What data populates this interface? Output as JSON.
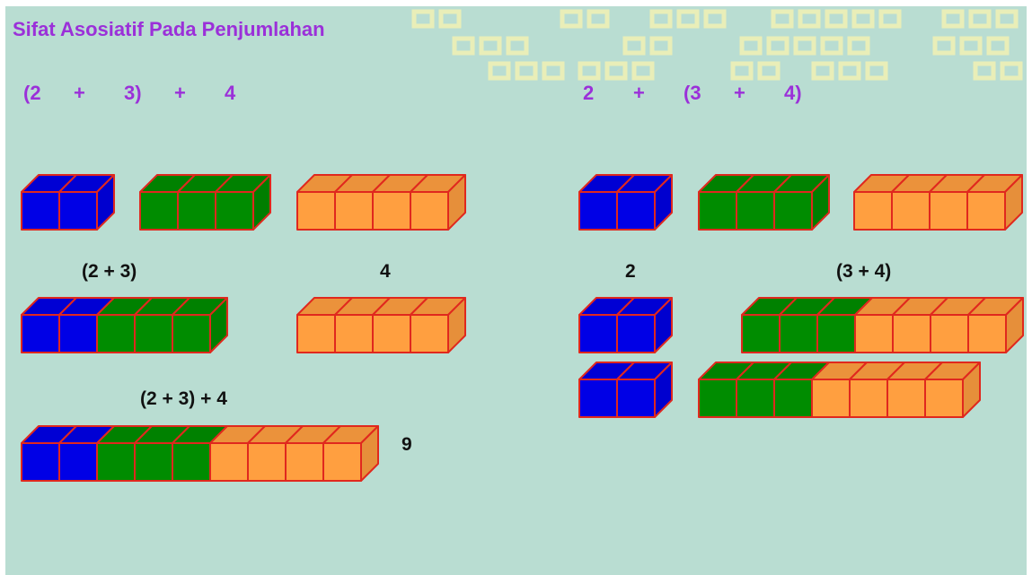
{
  "title": "Sifat Asosiatif Pada Penjumlahan",
  "left_expression": [
    "(2",
    "+",
    "3)",
    "+",
    "4"
  ],
  "right_expression": [
    "2",
    "+",
    "(3",
    "+",
    "4)"
  ],
  "labels": {
    "left_group": "(2 + 3)",
    "left_four": "4",
    "left_combined": "(2 + 3) + 4",
    "left_total": "9",
    "right_two": "2",
    "right_group": "(3 + 4)"
  },
  "colors": {
    "blue": "#0000e6",
    "green": "#008c00",
    "orange": "#ff9f40",
    "edge": "#e0281e",
    "accent": "#9b30d9",
    "background": "#b9ddd2"
  },
  "cube_bars": [
    {
      "name": "left-bar-two",
      "cubes": [
        "blue",
        "blue"
      ]
    },
    {
      "name": "left-bar-three",
      "cubes": [
        "green",
        "green",
        "green"
      ]
    },
    {
      "name": "left-bar-four",
      "cubes": [
        "orange",
        "orange",
        "orange",
        "orange"
      ]
    },
    {
      "name": "left-bar-two-plus-three",
      "cubes": [
        "blue",
        "blue",
        "green",
        "green",
        "green"
      ]
    },
    {
      "name": "left-bar-four-second",
      "cubes": [
        "orange",
        "orange",
        "orange",
        "orange"
      ]
    },
    {
      "name": "left-bar-total-nine",
      "cubes": [
        "blue",
        "blue",
        "green",
        "green",
        "green",
        "orange",
        "orange",
        "orange",
        "orange"
      ]
    },
    {
      "name": "right-bar-two",
      "cubes": [
        "blue",
        "blue"
      ]
    },
    {
      "name": "right-bar-three",
      "cubes": [
        "green",
        "green",
        "green"
      ]
    },
    {
      "name": "right-bar-four",
      "cubes": [
        "orange",
        "orange",
        "orange",
        "orange"
      ]
    },
    {
      "name": "right-bar-two-second",
      "cubes": [
        "blue",
        "blue"
      ]
    },
    {
      "name": "right-bar-three-plus-four",
      "cubes": [
        "green",
        "green",
        "green",
        "orange",
        "orange",
        "orange",
        "orange"
      ]
    },
    {
      "name": "right-bar-two-third",
      "cubes": [
        "blue",
        "blue"
      ]
    },
    {
      "name": "right-bar-total-seven",
      "cubes": [
        "green",
        "green",
        "green",
        "orange",
        "orange",
        "orange",
        "orange"
      ]
    }
  ]
}
